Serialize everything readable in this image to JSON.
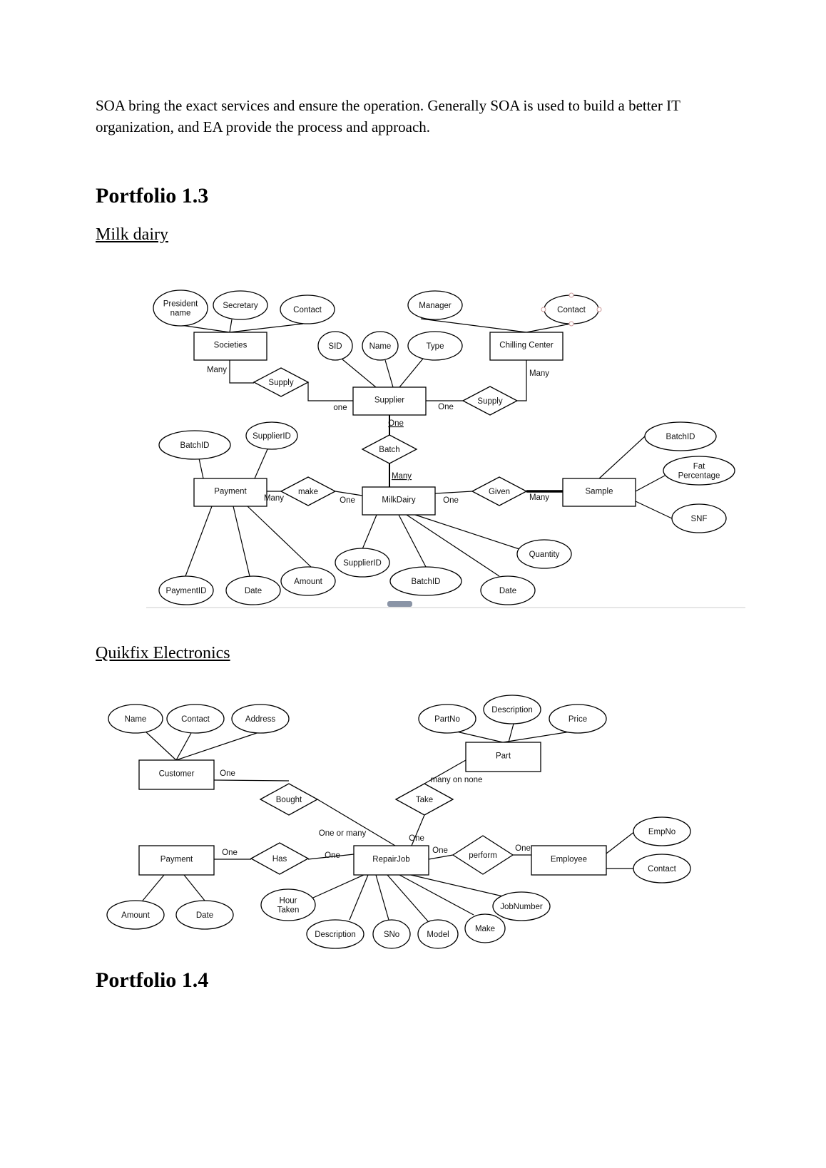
{
  "paragraph": "SOA bring the exact services and ensure the operation. Generally SOA is used to build a better IT organization, and EA provide the process and approach.",
  "heading_1_3": "Portfolio 1.3",
  "milk_dairy": {
    "title": "Milk dairy ",
    "entities": {
      "societies": "Societies",
      "chilling": "Chilling Center",
      "supplier": "Supplier",
      "payment": "Payment",
      "milkdairy": "MilkDairy",
      "sample": "Sample"
    },
    "relationships": {
      "supply1": "Supply",
      "supply2": "Supply",
      "batch": "Batch",
      "make": "make",
      "given": "Given"
    },
    "attributes": {
      "president": "President name",
      "secretary": "Secretary",
      "contact1": "Contact",
      "manager": "Manager",
      "contact2": "Contact",
      "sid": "SID",
      "name": "Name",
      "type": "Type",
      "pay_supplierid": "SupplierID",
      "pay_batchid": "BatchID",
      "sam_batchid": "BatchID",
      "fat": "Fat Percentage",
      "snf": "SNF",
      "quantity": "Quantity",
      "md_supplierid": "SupplierID",
      "md_batchid": "BatchID",
      "md_date": "Date",
      "amount": "Amount",
      "pay_date": "Date",
      "paymentid": "PaymentID"
    },
    "cardinalities": {
      "c1": "Many",
      "c2": "one",
      "c3": "One",
      "c4": "Many",
      "c5": "One",
      "c6": "Many",
      "c7": "Many",
      "c8": "One",
      "c9": "One",
      "c10": "Many"
    }
  },
  "quikfix": {
    "title": "Quikfix Electronics ",
    "entities": {
      "customer": "Customer",
      "part": "Part",
      "payment": "Payment",
      "repairjob": "RepairJob",
      "employee": "Employee"
    },
    "relationships": {
      "bought": "Bought",
      "take": "Take",
      "has": "Has",
      "perform": "perform"
    },
    "attributes": {
      "name": "Name",
      "contact": "Contact",
      "address": "Address",
      "partno": "PartNo",
      "pdesc": "Description",
      "price": "Price",
      "empno": "EmpNo",
      "econtact": "Contact",
      "amount": "Amount",
      "date": "Date",
      "hours": "Hour Taken",
      "rdesc": "Description",
      "sno": "SNo",
      "model": "Model",
      "make": "Make",
      "jobnumber": "JobNumber"
    },
    "cardinalities": {
      "c1": "One",
      "c2": "many on none",
      "c3": "One or many",
      "c4": "One",
      "c5": "One",
      "c6": "One",
      "c7": "One",
      "c8": "One"
    }
  },
  "heading_1_4": "Portfolio 1.4"
}
